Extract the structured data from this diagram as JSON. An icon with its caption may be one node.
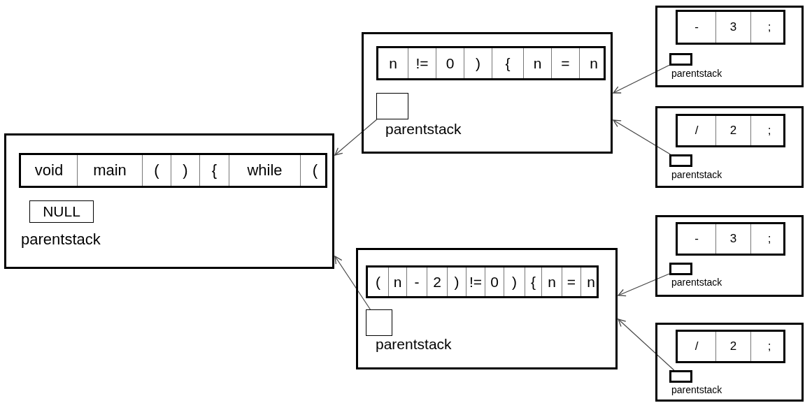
{
  "diagram": {
    "nodes": [
      {
        "text": [],
        "shape": "box"
      },
      {
        "text": [
          "void"
        ],
        "in": 0
      },
      {
        "text": [
          "main"
        ],
        "in": 0
      },
      {
        "text": [
          "("
        ],
        "in": 0
      },
      {
        "text": [
          ")"
        ],
        "in": 0
      },
      {
        "text": [
          "{"
        ],
        "in": 0
      },
      {
        "text": [
          "while"
        ],
        "in": 0
      },
      {
        "text": [
          "("
        ],
        "in": 0
      },
      {
        "text": [
          "NULL"
        ],
        "in": 0,
        "beside": [
          "parentstack"
        ]
      },
      {
        "text": [],
        "shape": "box"
      },
      {
        "text": [
          "n"
        ],
        "in": 9
      },
      {
        "text": [
          "!="
        ],
        "in": 9
      },
      {
        "text": [
          "0"
        ],
        "in": 9
      },
      {
        "text": [
          ")"
        ],
        "in": 9
      },
      {
        "text": [
          "{"
        ],
        "in": 9
      },
      {
        "text": [
          "n"
        ],
        "in": 9
      },
      {
        "text": [
          "="
        ],
        "in": 9
      },
      {
        "text": [
          "n"
        ],
        "in": 9
      },
      {
        "text": [],
        "shape": "box",
        "in": 9,
        "beside": [
          "parentstack"
        ]
      },
      {
        "text": [],
        "shape": "box"
      },
      {
        "text": [
          "("
        ],
        "in": 19
      },
      {
        "text": [
          "n"
        ],
        "in": 19
      },
      {
        "text": [
          "-"
        ],
        "in": 19
      },
      {
        "text": [
          "2"
        ],
        "in": 19
      },
      {
        "text": [
          ")"
        ],
        "in": 19
      },
      {
        "text": [
          "!="
        ],
        "in": 19
      },
      {
        "text": [
          "0"
        ],
        "in": 19
      },
      {
        "text": [
          ")"
        ],
        "in": 19
      },
      {
        "text": [
          "{"
        ],
        "in": 19
      },
      {
        "text": [
          "n"
        ],
        "in": 19
      },
      {
        "text": [
          "="
        ],
        "in": 19
      },
      {
        "text": [
          "n"
        ],
        "in": 19
      },
      {
        "text": [],
        "shape": "box",
        "in": 19,
        "beside": [
          "parentstack"
        ]
      },
      {
        "text": [],
        "shape": "box"
      },
      {
        "text": [
          "-"
        ],
        "in": 33
      },
      {
        "text": [
          "3"
        ],
        "in": 33
      },
      {
        "text": [
          ";"
        ],
        "in": 33
      },
      {
        "text": [],
        "shape": "box",
        "in": 33,
        "beside": [
          "parentstack"
        ]
      },
      {
        "text": [],
        "shape": "box"
      },
      {
        "text": [
          "/"
        ],
        "in": 38
      },
      {
        "text": [
          "2"
        ],
        "in": 38
      },
      {
        "text": [
          ";"
        ],
        "in": 38
      },
      {
        "text": [],
        "shape": "box",
        "in": 38,
        "beside": [
          "parentstack"
        ]
      },
      {
        "text": [],
        "shape": "box"
      },
      {
        "text": [
          "-"
        ],
        "in": 43
      },
      {
        "text": [
          "3"
        ],
        "in": 43
      },
      {
        "text": [
          ";"
        ],
        "in": 43
      },
      {
        "text": [],
        "shape": "box",
        "in": 43,
        "beside": [
          "parentstack"
        ]
      },
      {
        "text": [],
        "shape": "box"
      },
      {
        "text": [
          "/"
        ],
        "in": 48
      },
      {
        "text": [
          "2"
        ],
        "in": 48
      },
      {
        "text": [
          ";"
        ],
        "in": 48
      },
      {
        "text": [],
        "shape": "box",
        "in": 48,
        "beside": [
          "parentstack"
        ]
      }
    ],
    "edges": [
      {
        "from": 18,
        "to": 0,
        "arrow": "to"
      },
      {
        "from": 32,
        "to": 0,
        "arrow": "to"
      },
      {
        "from": 37,
        "to": 9,
        "arrow": "to"
      },
      {
        "from": 42,
        "to": 9,
        "arrow": "to"
      },
      {
        "from": 47,
        "to": 19,
        "arrow": "to"
      },
      {
        "from": 52,
        "to": 19,
        "arrow": "to"
      }
    ]
  }
}
